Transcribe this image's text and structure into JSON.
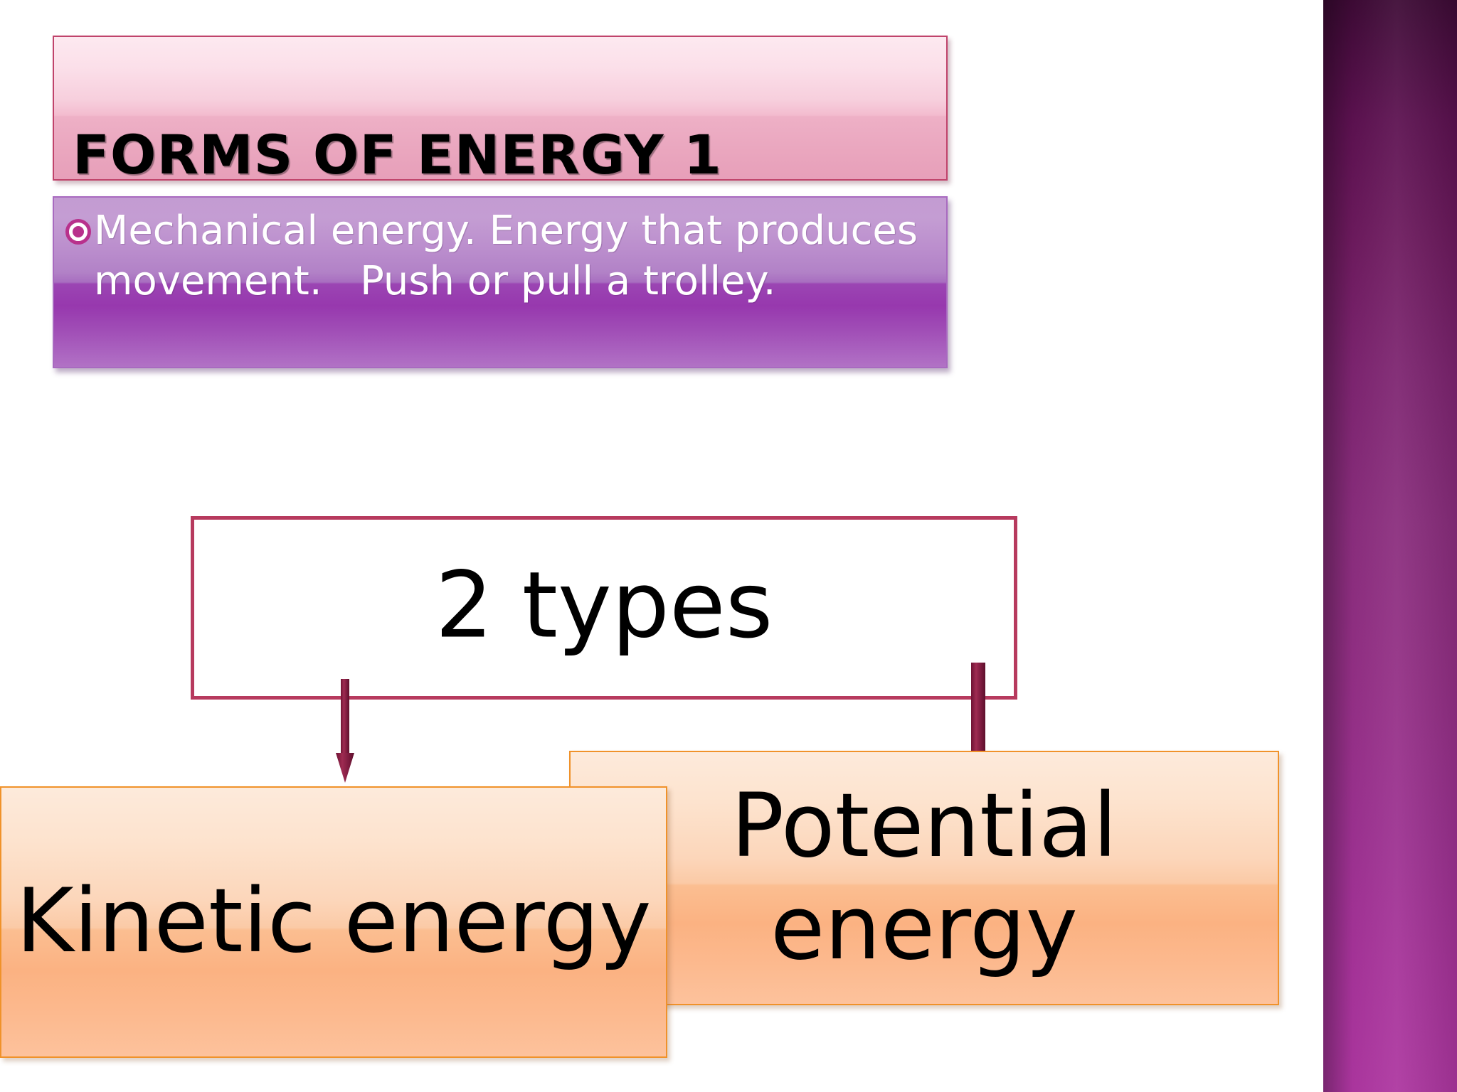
{
  "slide": {
    "title": "FORMS OF ENERGY 1",
    "body_text": "Mechanical energy. Energy that produces movement.   Push or pull a trolley.",
    "bullet_icon": "ring-bullet-icon",
    "diagram": {
      "root_label": "2 types",
      "branches": [
        {
          "label": "Kinetic energy",
          "connector": "down-arrow-icon"
        },
        {
          "label": "Potential energy",
          "connector": "down-arrow-icon"
        }
      ]
    },
    "decoration": {
      "side_band": "purple-gradient-band"
    }
  },
  "colors": {
    "title_border": "#c0436b",
    "title_fill_top": "#fde9f0",
    "title_fill_bottom": "#e79fb9",
    "body_fill_top": "#c39bd2",
    "body_fill_bottom": "#b172c5",
    "body_text": "#ffffff",
    "bullet": "#b8318c",
    "types_border": "#b73a5e",
    "arrow": "#8d2146",
    "orange_border": "#f0922a",
    "orange_fill_top": "#fdeadb",
    "orange_fill_bottom": "#fdc29c",
    "band_top": "#3d0a35",
    "band_bottom": "#ad36a0",
    "heading_text": "#000000"
  }
}
